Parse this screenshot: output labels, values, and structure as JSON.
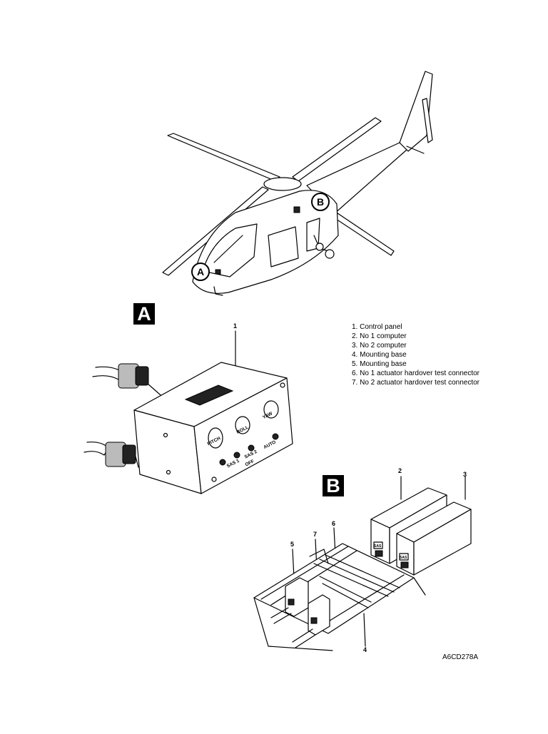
{
  "detail_labels": {
    "a": "A",
    "b": "B"
  },
  "helicopter_callouts": {
    "a": "A",
    "b": "B"
  },
  "legend": [
    "1. Control panel",
    "2. No 1 computer",
    "3. No 2 computer",
    "4. Mounting base",
    "5. Mounting base",
    "6. No 1 actuator hardover test connector",
    "7. No 2 actuator hardover test connector"
  ],
  "callout_numbers": {
    "n1": "1",
    "n2": "2",
    "n3": "3",
    "n4": "4",
    "n5": "5",
    "n6": "6",
    "n7": "7"
  },
  "panel_labels": {
    "pitch": "PITCH",
    "roll": "ROLL",
    "yaw": "YAW",
    "sas1": "SAS 1",
    "sas2": "SAS 2",
    "off": "OFF",
    "auto": "AUTO"
  },
  "computer_labels": [
    "SAS",
    "SAS"
  ],
  "reference_code": "A6CD278A"
}
